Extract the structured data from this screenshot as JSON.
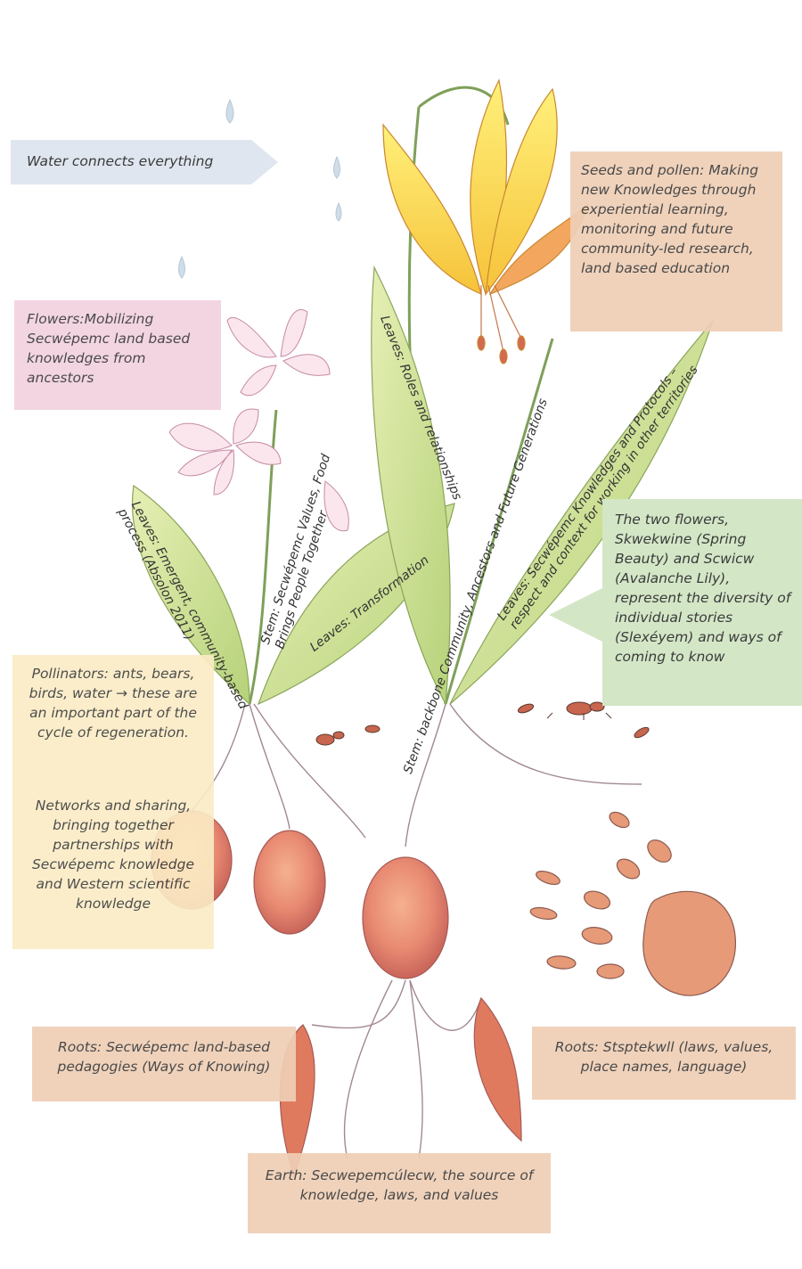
{
  "colors": {
    "water": "#dfe6ef",
    "seeds": "#efcfb6",
    "flowers": "#f3d2e0",
    "two_flowers": "#d3e6c6",
    "pollinators": "#fbecc5",
    "roots": "#efcfb6",
    "earth": "#efcfb6"
  },
  "icons": [
    "raindrop-icon",
    "ant-icon",
    "bear-paw-print-icon"
  ],
  "labels": {
    "water": "Water connects everything",
    "seeds": "Seeds and pollen: Making new Knowledges through experiential learning, monitoring and future community-led research, land based education",
    "flowers": "Flowers:Mobilizing Secwépemc land based knowledges from ancestors",
    "two_flowers": "The two flowers, Skwekwine (Spring Beauty) and Scwicw (Avalanche Lily), represent the diversity of individual stories (Slexéyem) and ways of coming to know",
    "pollinators": "Pollinators: ants, bears, birds, water → these are an important part of the cycle of regeneration.",
    "networks": "Networks and sharing, bringing together partnerships with Secwépemc knowledge and Western scientific knowledge",
    "roots_left": "Roots: Secwépemc land-based pedagogies (Ways of Knowing)",
    "roots_right": "Roots: Stsptekwll (laws, values, place names, language)",
    "earth": "Earth: Secwepemcúlecw, the source of knowledge, laws, and values"
  },
  "plant_labels": {
    "leaves_emergent": "Leaves: Emergent, community-based process (Absolon 2011)",
    "stem_values": "Stem: Secwépemc Values, Food Brings People Together",
    "leaves_transformation": "Leaves: Transformation",
    "leaves_roles": "Leaves: Roles and relationships",
    "stem_backbone": "Stem: backbone Community, Ancestors and Future Generations",
    "leaves_protocols": "Leaves: Secwépemc Knowledges and Protocols – respect and context for working in other territories"
  }
}
